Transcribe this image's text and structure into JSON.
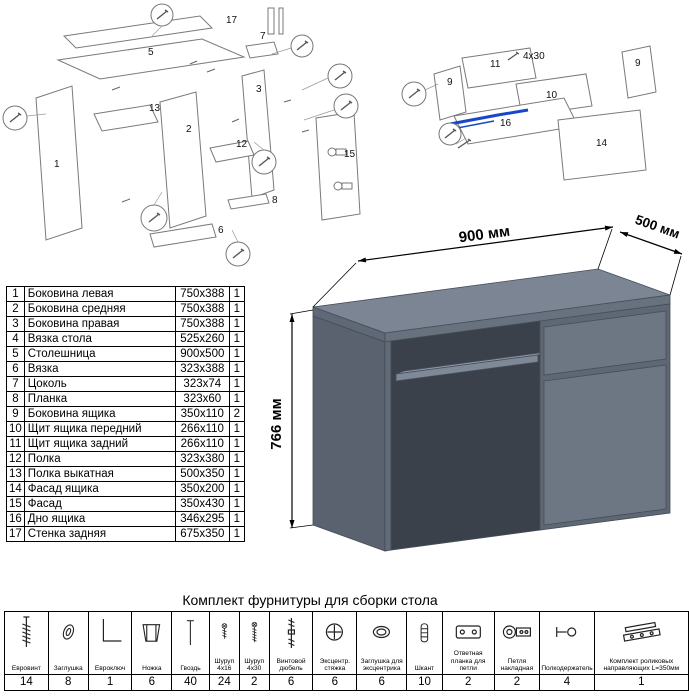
{
  "titles": {
    "hardware": "Комплект фурнитуры для сборки стола"
  },
  "dims": {
    "w": "900 мм",
    "d": "500 мм",
    "h": "766 мм"
  },
  "parts": {
    "rows": [
      {
        "n": "1",
        "name": "Боковина левая",
        "size": "750x388",
        "qty": "1"
      },
      {
        "n": "2",
        "name": "Боковина средняя",
        "size": "750x388",
        "qty": "1"
      },
      {
        "n": "3",
        "name": "Боковина правая",
        "size": "750x388",
        "qty": "1"
      },
      {
        "n": "4",
        "name": "Вязка стола",
        "size": "525x260",
        "qty": "1"
      },
      {
        "n": "5",
        "name": "Столешница",
        "size": "900x500",
        "qty": "1"
      },
      {
        "n": "6",
        "name": "Вязка",
        "size": "323x388",
        "qty": "1"
      },
      {
        "n": "7",
        "name": "Цоколь",
        "size": "323x74",
        "qty": "1"
      },
      {
        "n": "8",
        "name": "Планка",
        "size": "323x60",
        "qty": "1"
      },
      {
        "n": "9",
        "name": "Боковина ящика",
        "size": "350x110",
        "qty": "2"
      },
      {
        "n": "10",
        "name": "Щит ящика передний",
        "size": "266x110",
        "qty": "1"
      },
      {
        "n": "11",
        "name": "Щит ящика задний",
        "size": "266x110",
        "qty": "1"
      },
      {
        "n": "12",
        "name": "Полка",
        "size": "323x380",
        "qty": "1"
      },
      {
        "n": "13",
        "name": "Полка выкатная",
        "size": "500x350",
        "qty": "1"
      },
      {
        "n": "14",
        "name": "Фасад ящика",
        "size": "350x200",
        "qty": "1"
      },
      {
        "n": "15",
        "name": "Фасад",
        "size": "350x430",
        "qty": "1"
      },
      {
        "n": "16",
        "name": "Дно ящика",
        "size": "346x295",
        "qty": "1"
      },
      {
        "n": "17",
        "name": "Стенка задняя",
        "size": "675x350",
        "qty": "1"
      }
    ]
  },
  "hardware": {
    "items": [
      {
        "icon": "euroscrew",
        "label": "Евровинт",
        "qty": "14"
      },
      {
        "icon": "plug",
        "label": "Заглушка",
        "qty": "8"
      },
      {
        "icon": "hex-key",
        "label": "Евроключ",
        "qty": "1"
      },
      {
        "icon": "foot",
        "label": "Ножка",
        "qty": "6"
      },
      {
        "icon": "nail",
        "label": "Гвоздь",
        "qty": "40"
      },
      {
        "icon": "screw-4x16",
        "label": "Шуруп 4x16",
        "qty": "24"
      },
      {
        "icon": "screw-4x30",
        "label": "Шуруп 4x30",
        "qty": "2"
      },
      {
        "icon": "dowel-screw",
        "label": "Винтовой дюбель",
        "qty": "6"
      },
      {
        "icon": "cam-lock",
        "label": "Эксцентр. стяжка",
        "qty": "6"
      },
      {
        "icon": "cam-cap",
        "label": "Заглушка для эксцентрика",
        "qty": "6"
      },
      {
        "icon": "wood-dowel",
        "label": "Шкант",
        "qty": "10"
      },
      {
        "icon": "hinge-plate",
        "label": "Ответная планка для петли",
        "qty": "2"
      },
      {
        "icon": "hinge",
        "label": "Петля накладная",
        "qty": "2"
      },
      {
        "icon": "shelf-pin",
        "label": "Полкодержатель",
        "qty": "4"
      },
      {
        "icon": "roller-guides",
        "label": "Комплект роликовых направляющих L=350мм",
        "qty": "1"
      }
    ]
  },
  "exploded": {
    "desk": {
      "l1": "1",
      "l2": "2",
      "l3": "3",
      "l5": "5",
      "l6": "6",
      "l7": "7",
      "l8": "8",
      "l12": "12",
      "l13": "13",
      "l15": "15",
      "l17": "17"
    },
    "drawer": {
      "l9a": "9",
      "l9b": "9",
      "l10": "10",
      "l11": "11",
      "l14": "14",
      "l16": "16",
      "screw": "4x30"
    }
  }
}
